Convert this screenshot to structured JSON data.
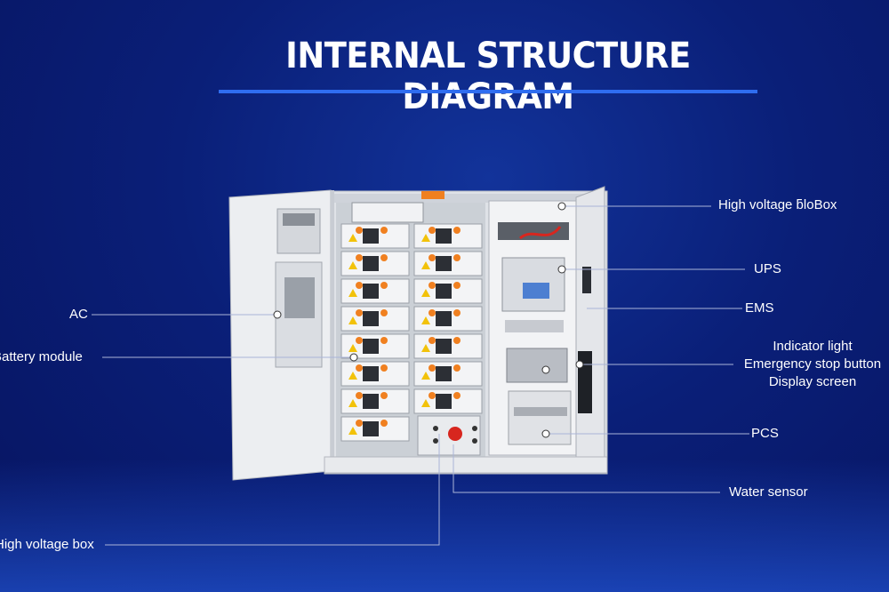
{
  "title": "INTERNAL STRUCTURE DIAGRAM",
  "colors": {
    "background": "#0a1f78",
    "accent": "#2f6df0",
    "cabinet": "#e6e8ec",
    "battery_orange": "#f08020",
    "warning_yellow": "#f2c20a"
  },
  "callouts": {
    "hv_top": "High voltage ƃloBox",
    "ups": "UPS",
    "ems": "EMS",
    "indicator": [
      "Indicator light",
      "Emergency stop button",
      "Display screen"
    ],
    "pcs": "PCS",
    "water": "Water sensor",
    "ac": "AC",
    "battery": "Battery module",
    "hv_bottom": "High voltage box"
  }
}
